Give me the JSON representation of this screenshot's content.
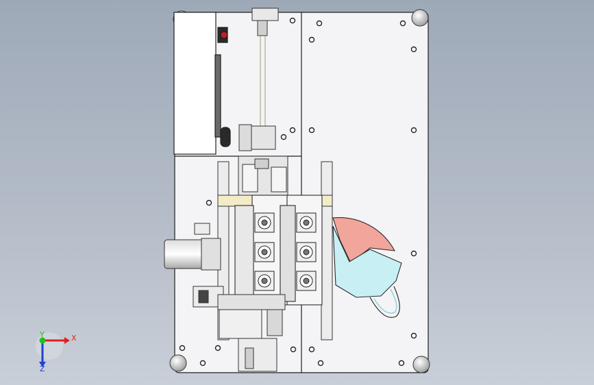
{
  "app": {
    "title": ""
  },
  "view_triad": {
    "x_label": "X",
    "y_label": "Y",
    "z_label": "Z",
    "x_color": "#e02020",
    "y_color": "#20c020",
    "z_color": "#2040d0"
  },
  "colors": {
    "plate": "#f4f4f6",
    "plate_edge": "#1e1e1e",
    "sector_red": "#f2a59a",
    "sector_cyan": "#c8f0f4",
    "yellow_bar": "#f3ecc8",
    "gray_part": "#d6d6d8"
  }
}
